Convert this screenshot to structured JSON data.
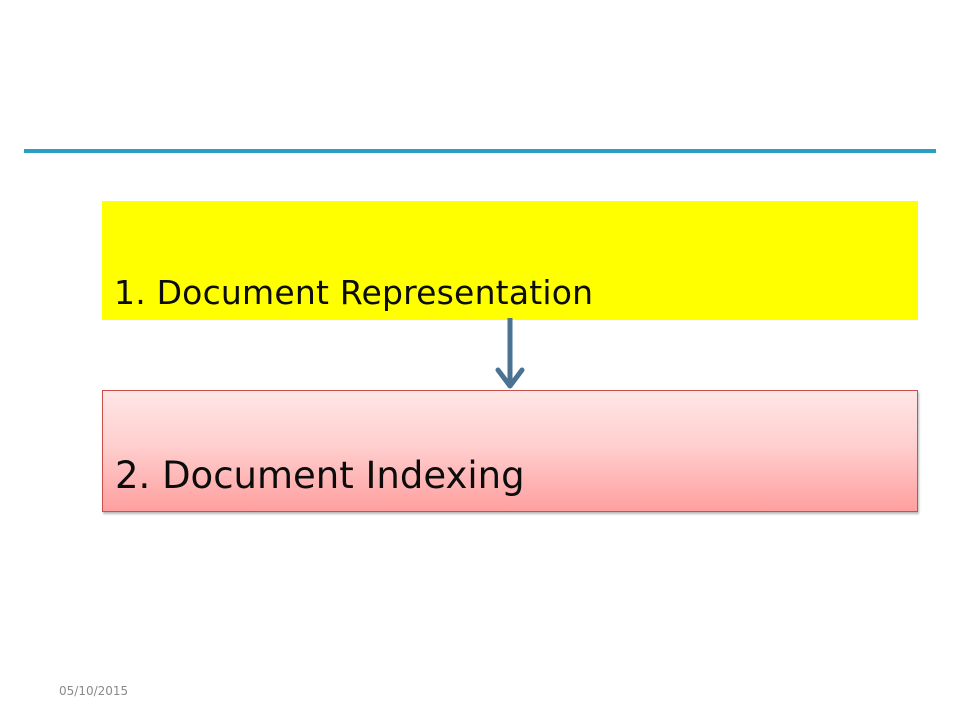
{
  "slide": {
    "steps": [
      {
        "label": "1. Document Representation",
        "color": "#ffff00"
      },
      {
        "label": "2. Document Indexing",
        "color": "#ff9f9f"
      }
    ],
    "arrow": {
      "icon": "arrow-down-icon",
      "color": "#4a7393"
    },
    "rule_color": "#2a9fc1",
    "footer": {
      "date": "05/10/2015"
    }
  }
}
